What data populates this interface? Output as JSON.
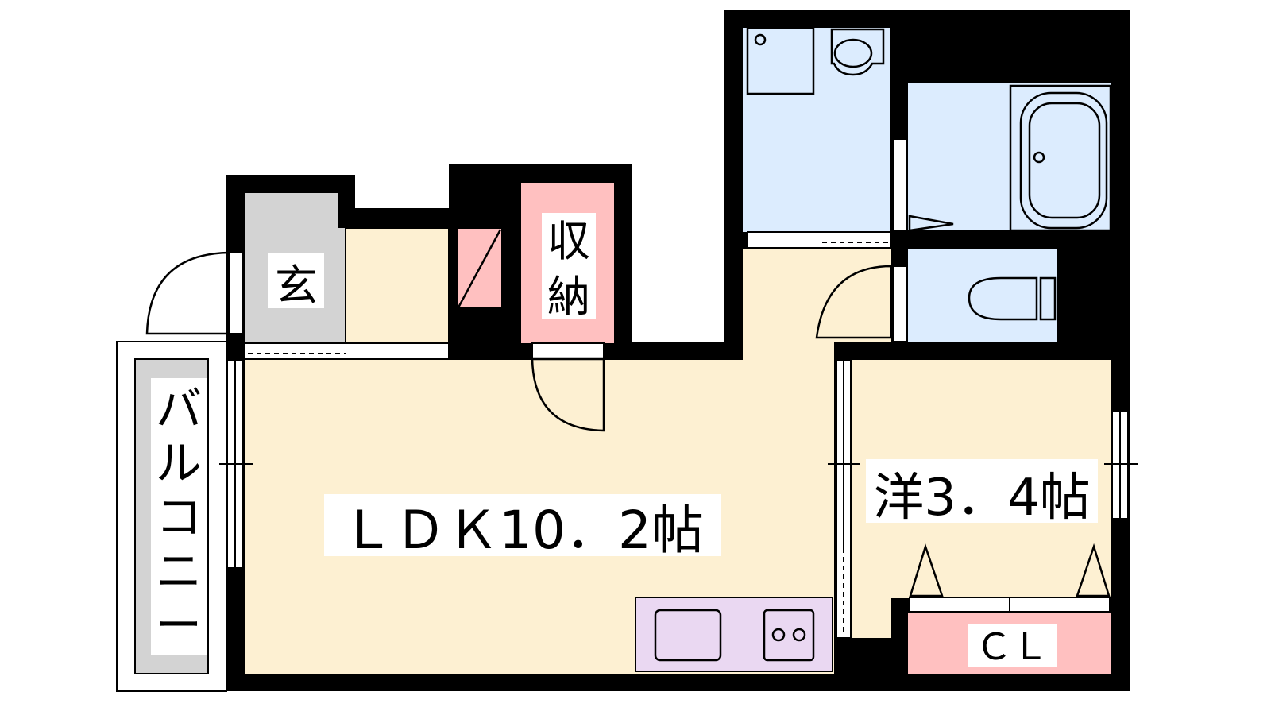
{
  "rooms": {
    "entrance": "玄",
    "storage": [
      "収",
      "納"
    ],
    "balcony": [
      "バ",
      "ル",
      "コ",
      "ニ",
      "ー"
    ],
    "ldk": "ＬＤＫ10．2帖",
    "western": "洋3．4帖",
    "closet": "ＣＬ"
  },
  "colors": {
    "wall": "#000000",
    "living": "#fdf0d2",
    "wet": "#dcecfe",
    "storage": "#ffc0c0",
    "entrance": "#d3d3d3",
    "kitchen": "#ead8f2"
  }
}
